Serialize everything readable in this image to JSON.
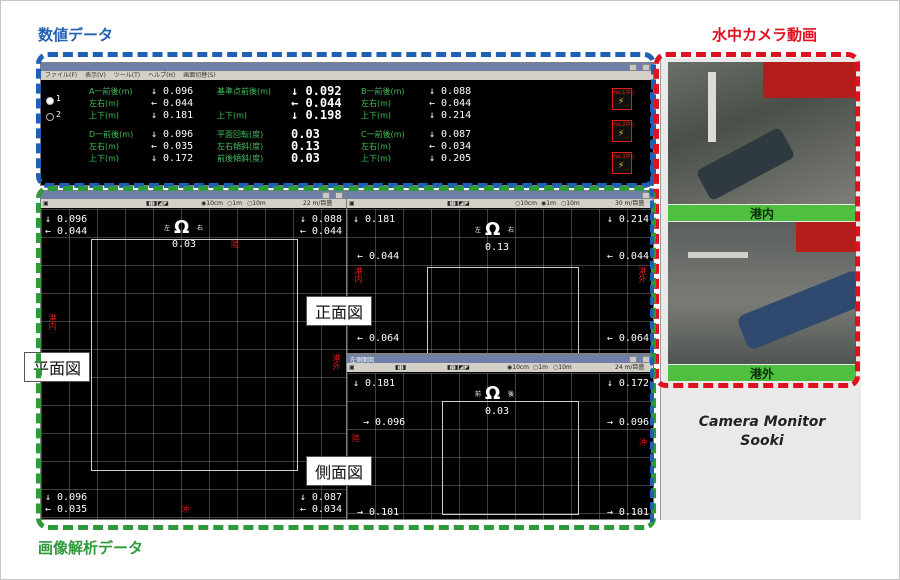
{
  "callouts": {
    "numeric": "数値データ",
    "camera": "水中カメラ動画",
    "image_analysis": "画像解析データ"
  },
  "views": {
    "plan": "平面図",
    "front": "正面図",
    "side": "側面図"
  },
  "numeric_window": {
    "menu": [
      "ファイル(F)",
      "表示(V)",
      "ツール(T)",
      "ヘルプ(H)",
      "画面切替(S)"
    ],
    "radio": [
      "1",
      "2"
    ],
    "rows": [
      {
        "l1": "A一前後(m)",
        "v1": "↓ 0.096",
        "l2": "基準点前後(m)",
        "v2": "↓ 0.092",
        "l3": "B一前後(m)",
        "v3": "↓ 0.088"
      },
      {
        "l1": "左右(m)",
        "v1": "← 0.044",
        "l2": "",
        "v2": "← 0.044",
        "l3": "左右(m)",
        "v3": "← 0.044"
      },
      {
        "l1": "上下(m)",
        "v1": "↓ 0.181",
        "l2": "上下(m)",
        "v2": "↓ 0.198",
        "l3": "上下(m)",
        "v3": "↓ 0.214"
      },
      {
        "l1": "D一前後(m)",
        "v1": "↓ 0.096",
        "l2": "平面回転(度)",
        "v2": "0.03",
        "l3": "C一前後(m)",
        "v3": "↓ 0.087"
      },
      {
        "l1": "左右(m)",
        "v1": "← 0.035",
        "l2": "左右傾斜(度)",
        "v2": "0.13",
        "l3": "左右(m)",
        "v3": "← 0.034"
      },
      {
        "l1": "上下(m)",
        "v1": "↓ 0.172",
        "l2": "前後傾斜(度)",
        "v2": "0.03",
        "l3": "上下(m)",
        "v3": "↓ 0.205"
      }
    ],
    "signals": [
      "No.1中心",
      "No.2中心",
      "No.3中心"
    ]
  },
  "plan_view": {
    "scale_options": [
      "10cm",
      "1m",
      "10m"
    ],
    "scale": "22 m/目盛",
    "top_left": [
      "↓ 0.096",
      "← 0.044"
    ],
    "top_right": [
      "↓ 0.088",
      "← 0.044"
    ],
    "bottom_left": [
      "↓ 0.096",
      "← 0.035"
    ],
    "bottom_right": [
      "↓ 0.087",
      "← 0.034"
    ],
    "rot_left": "左",
    "rot_right": "右",
    "rot_value": "0.03",
    "marks": [
      "陸",
      "港内",
      "港外",
      "沖"
    ]
  },
  "front_view": {
    "scale_options": [
      "10cm",
      "1m",
      "10m"
    ],
    "scale": "30 m/目盛",
    "top_left": "↓ 0.181",
    "top_right": "↓ 0.214",
    "mid_left": "← 0.044",
    "mid_right": "← 0.044",
    "bot_left": "← 0.064",
    "bot_right": "← 0.064",
    "rot_left": "左",
    "rot_right": "右",
    "rot_value": "0.13",
    "marks": [
      "港内",
      "港外"
    ]
  },
  "side_view": {
    "title": "左側面図",
    "scale_options": [
      "10cm",
      "1m",
      "10m"
    ],
    "scale": "24 m/目盛",
    "top_left": "↓ 0.181",
    "top_right": "↓ 0.172",
    "mid_left": "→ 0.096",
    "mid_right": "→ 0.096",
    "bot_left": "→ 0.101",
    "bot_right": "→ 0.101",
    "rot_left": "前",
    "rot_right": "後",
    "rot_value": "0.03",
    "marks": [
      "陸",
      "沖"
    ]
  },
  "camera": {
    "top_label": "港内",
    "bottom_label": "港外",
    "brand_line1": "Camera Monitor",
    "brand_line2": "Sooki"
  },
  "colors": {
    "blue_dash": "#1f5fb4",
    "red_dash": "#e0101e",
    "green_dash": "#2e9a3a",
    "green_text": "#3fbf5a"
  }
}
